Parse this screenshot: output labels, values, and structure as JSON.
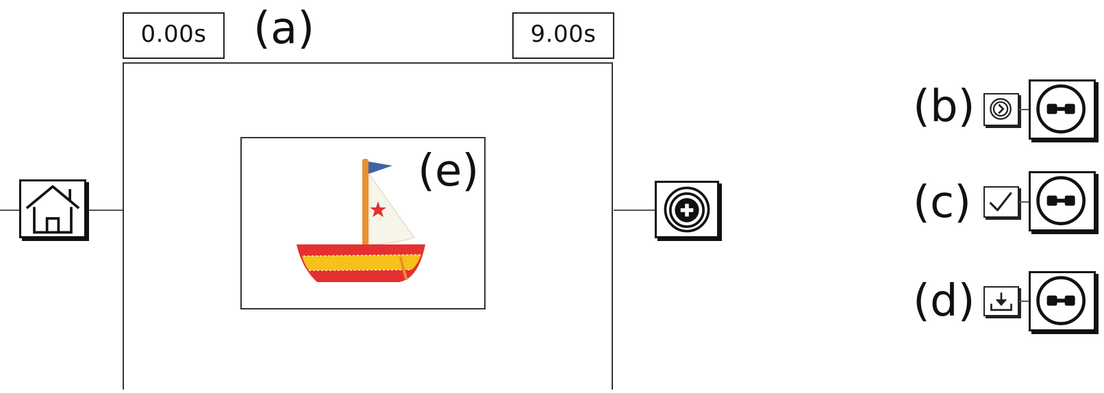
{
  "timeline": {
    "start_time": "0.00s",
    "end_time": "9.00s"
  },
  "labels": {
    "a": "(a)",
    "b": "(b)",
    "c": "(c)",
    "d": "(d)",
    "e": "(e)"
  },
  "nodes": {
    "start_node_icon": "home-icon",
    "end_node_icon": "add-circle-icon",
    "scene_image": "sailboat-image"
  },
  "legend": [
    {
      "label_key": "b",
      "icon": "next-circle-icon",
      "node_icon": "link-icon"
    },
    {
      "label_key": "c",
      "icon": "checkbox-icon",
      "node_icon": "link-icon"
    },
    {
      "label_key": "d",
      "icon": "download-tray-icon",
      "node_icon": "link-icon"
    }
  ]
}
